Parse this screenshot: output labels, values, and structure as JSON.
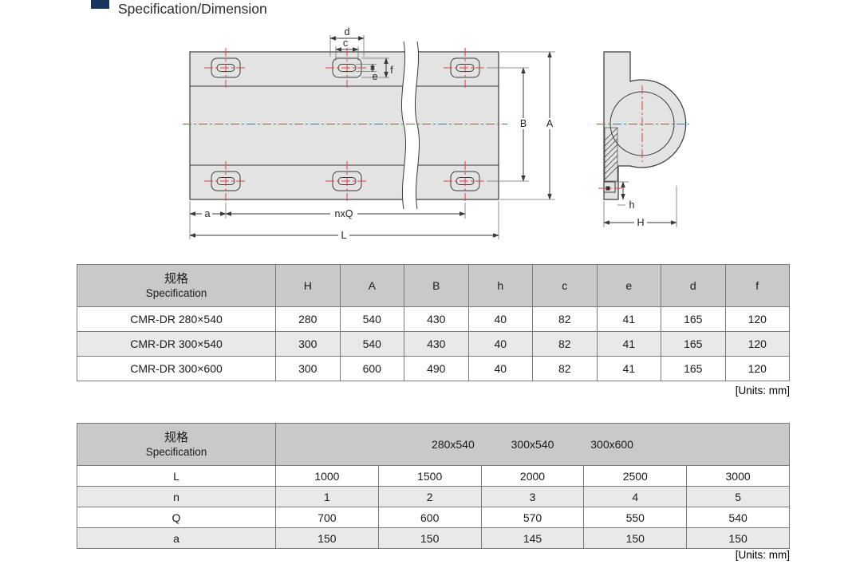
{
  "page": {
    "title": "Specification/Dimension",
    "units_note_1": "[Units: mm]",
    "units_note_2": "[Units: mm]"
  },
  "drawing": {
    "labels": {
      "d": "d",
      "c": "c",
      "e": "e",
      "f": "f",
      "B": "B",
      "A": "A",
      "a": "a",
      "nxQ": "nxQ",
      "L": "L",
      "h": "h",
      "H": "H"
    }
  },
  "table1": {
    "header": {
      "spec_cn": "规格",
      "spec_en": "Specification",
      "cols": [
        "H",
        "A",
        "B",
        "h",
        "c",
        "e",
        "d",
        "f"
      ]
    },
    "rows": [
      [
        "CMR-DR 280×540",
        "280",
        "540",
        "430",
        "40",
        "82",
        "41",
        "165",
        "120"
      ],
      [
        "CMR-DR 300×540",
        "300",
        "540",
        "430",
        "40",
        "82",
        "41",
        "165",
        "120"
      ],
      [
        "CMR-DR 300×600",
        "300",
        "600",
        "490",
        "40",
        "82",
        "41",
        "165",
        "120"
      ]
    ]
  },
  "table2": {
    "header": {
      "spec_cn": "规格",
      "spec_en": "Specification",
      "sizes": [
        "280x540",
        "300x540",
        "300x600"
      ]
    },
    "rows": [
      [
        "L",
        "1000",
        "1500",
        "2000",
        "2500",
        "3000"
      ],
      [
        "n",
        "1",
        "2",
        "3",
        "4",
        "5"
      ],
      [
        "Q",
        "700",
        "600",
        "570",
        "550",
        "540"
      ],
      [
        "a",
        "150",
        "150",
        "145",
        "150",
        "150"
      ]
    ]
  }
}
